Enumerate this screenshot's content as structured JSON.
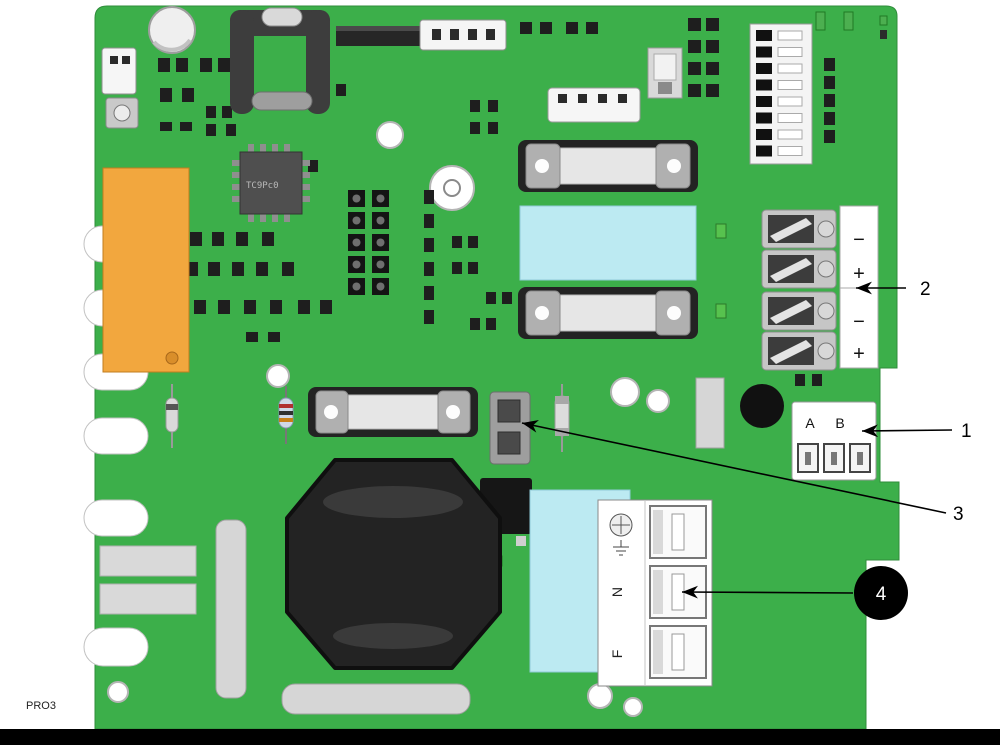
{
  "board": {
    "name_label": "PRO3",
    "chip_label": "TC9Pc0",
    "ab_labels": [
      "A",
      "B"
    ],
    "terminal_marks": [
      "−",
      "+",
      "−",
      "+"
    ],
    "power_labels": {
      "neutral": "N",
      "phase": "F"
    },
    "icons": {
      "screw_head": "screw-head-icon",
      "earth": "earth-icon",
      "arrow": "callout-arrow-icon"
    }
  },
  "callouts": [
    {
      "label": "1",
      "target": "ab-connector"
    },
    {
      "label": "2",
      "target": "output-terminal-block"
    },
    {
      "label": "3",
      "target": "fast-connector"
    },
    {
      "label": "4",
      "target": "power-terminal-block"
    }
  ],
  "colors": {
    "board_green": "#3CAF4A",
    "component_cyan": "#BCEAF2",
    "component_orange": "#F2A73E",
    "callout_black": "#000000"
  }
}
